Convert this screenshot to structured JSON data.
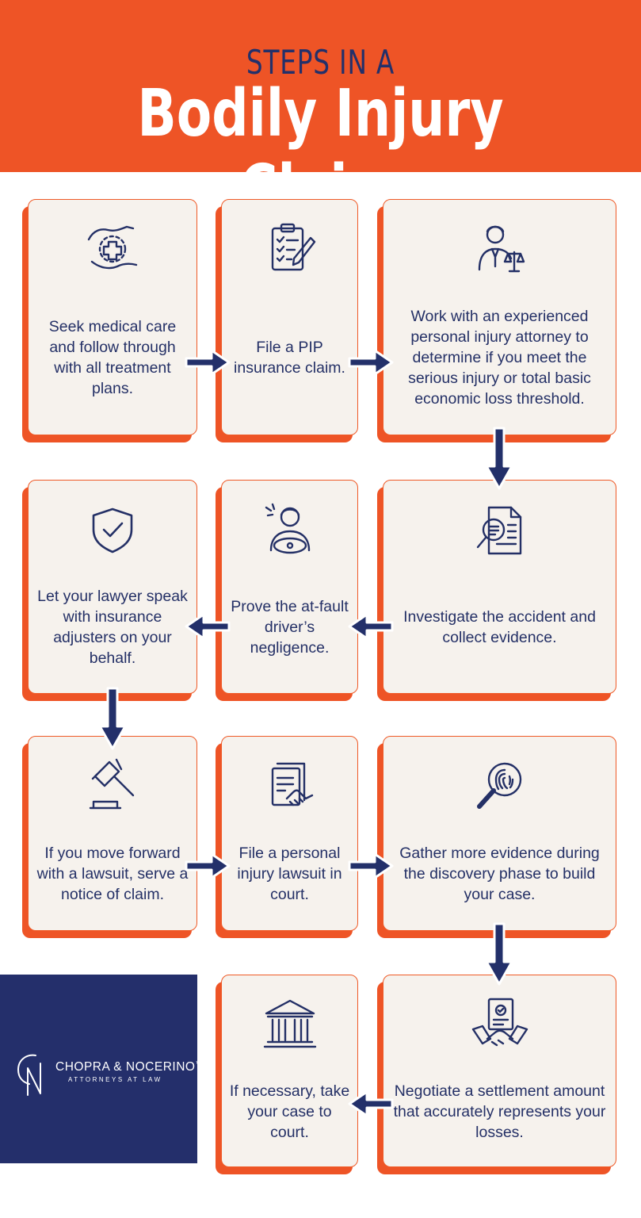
{
  "header": {
    "kicker": "STEPS IN A",
    "title": "Bodily Injury Claim"
  },
  "steps": [
    {
      "text": "Seek medical care and follow through with all treatment plans.",
      "icon": "medical-care-hands-icon"
    },
    {
      "text": "File a PIP insurance claim.",
      "icon": "clipboard-checklist-icon"
    },
    {
      "text": "Work with an experienced personal injury attorney to determine if you meet the serious injury or total basic economic loss threshold.",
      "icon": "attorney-scales-icon"
    },
    {
      "text": "Investigate the accident and collect evidence.",
      "icon": "document-magnifier-icon"
    },
    {
      "text": "Prove the at-fault driver’s negligence.",
      "icon": "driver-steering-wheel-icon"
    },
    {
      "text": "Let your lawyer speak with insurance adjusters on your behalf.",
      "icon": "shield-check-icon"
    },
    {
      "text": "If you move forward with a lawsuit, serve a notice of claim.",
      "icon": "gavel-icon"
    },
    {
      "text": "File a personal injury lawsuit in court.",
      "icon": "documents-handshake-icon"
    },
    {
      "text": "Gather more evidence during the discovery phase to build your case.",
      "icon": "fingerprint-magnifier-icon"
    },
    {
      "text": "Negotiate a settlement amount that accurately represents your losses.",
      "icon": "agreement-handshake-icon"
    },
    {
      "text": "If necessary, take your case to court.",
      "icon": "courthouse-icon"
    }
  ],
  "logo": {
    "firm": "CHOPRA & NOCERINO",
    "tagline": "ATTORNEYS AT LAW",
    "trademark": "™"
  },
  "colors": {
    "orange": "#ee5426",
    "navy": "#23306a",
    "card": "#f6f2ed"
  }
}
